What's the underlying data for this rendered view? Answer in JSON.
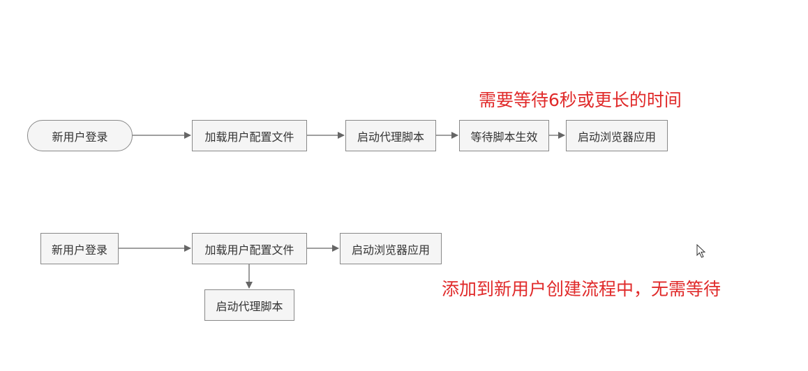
{
  "flow_wait": {
    "steps": [
      "新用户登录",
      "加载用户配置文件",
      "启动代理脚本",
      "等待脚本生效",
      "启动浏览器应用"
    ],
    "note": "需要等待6秒或更长的时间"
  },
  "flow_parallel": {
    "steps": [
      "新用户登录",
      "加载用户配置文件",
      "启动浏览器应用",
      "启动代理脚本"
    ],
    "note": "添加到新用户创建流程中，无需等待"
  },
  "colors": {
    "note": "#e02a2a",
    "box_fill": "#f5f5f5",
    "box_border": "#888888",
    "connector": "#666666"
  },
  "icons": {
    "pointer": "mouse-pointer-icon"
  }
}
